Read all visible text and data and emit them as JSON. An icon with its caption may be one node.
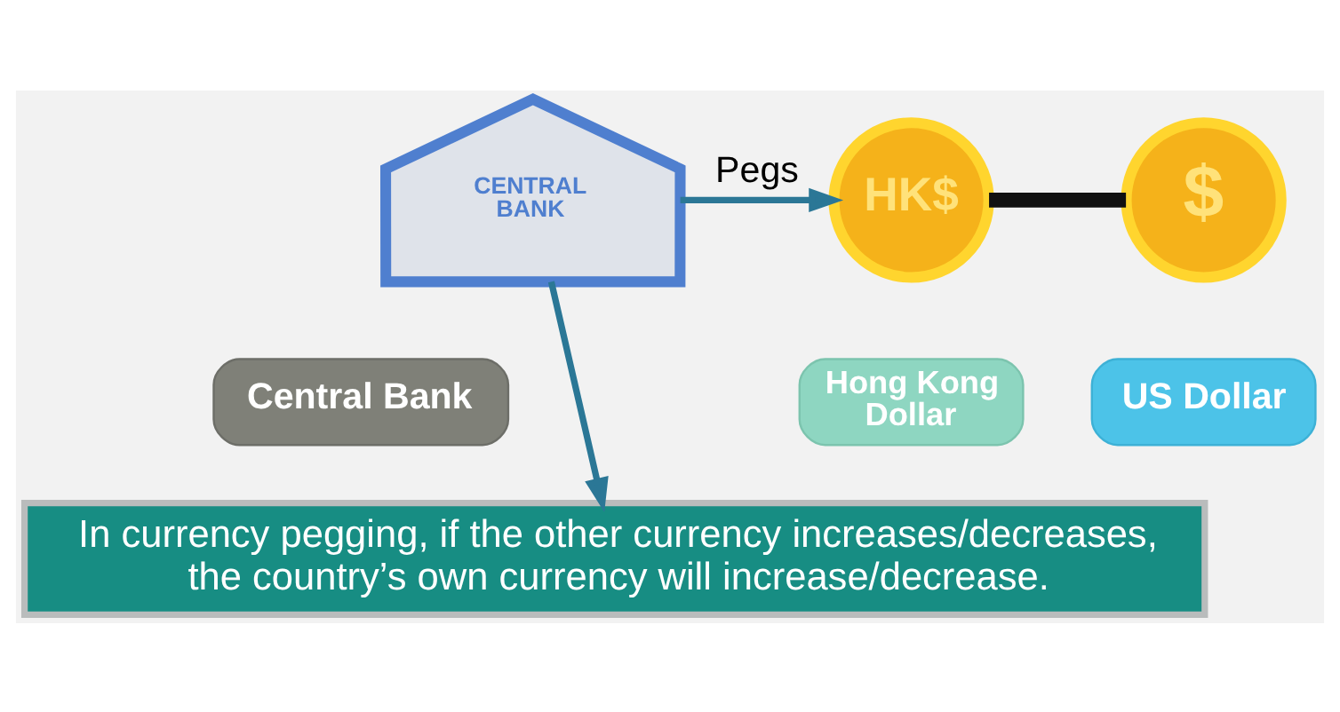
{
  "diagram": {
    "nodes": [
      {
        "text": [
          "CENTRAL BANK"
        ]
      },
      {
        "text": [
          "HK$"
        ]
      },
      {
        "text": [
          "$"
        ]
      },
      {
        "text": [
          "Central Bank"
        ]
      },
      {
        "text": [
          "Hong Kong Dollar"
        ]
      },
      {
        "text": [
          "US Dollar"
        ]
      },
      {
        "text": [
          "In currency pegging, if the other currency increases/decreases, the country’s own currency will increase/decrease."
        ]
      }
    ],
    "edges": [
      {
        "from": 0,
        "to": 1,
        "arrow": "to",
        "label": "Pegs"
      },
      {
        "from": 0,
        "to": 6,
        "arrow": "to"
      },
      {
        "from": 1,
        "to": 2,
        "arrow": "none",
        "style": "thick",
        "color": "#111111"
      }
    ]
  }
}
